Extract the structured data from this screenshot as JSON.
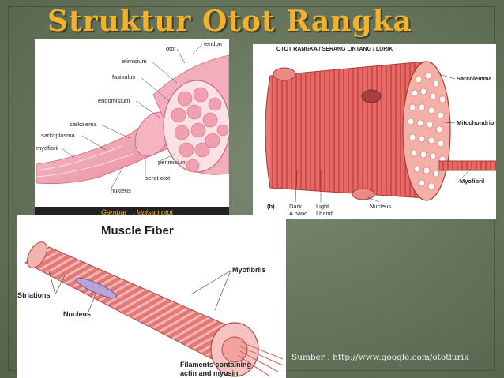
{
  "slide": {
    "title": "Struktur Otot Rangka",
    "source": "Sumber : http://www.google.com/ototlurik"
  },
  "figure1": {
    "labels": {
      "tendon": "tendon",
      "otot": "otot",
      "epimisium": "efimisium",
      "fasikulus": "fasikulus",
      "endomisium": "endomisium",
      "sarkolema": "sarkolema",
      "sarkoplasma": "sarkoplasma",
      "myofibril": "myofibril",
      "perimisium": "perimisium",
      "serat_otot": "serat otot",
      "nukleus": "nukleus"
    },
    "caption_prefix": "Gambar",
    "caption_text": ": lapisan otot"
  },
  "figure2": {
    "header": "OTOT RANGKA / SERANG LINTANG / LURIK",
    "panel_letter": "(b)",
    "labels": {
      "sarcolemma": "Sarcolemma",
      "mitochondrion": "Mitochondrion",
      "myofibril": "Myofibril",
      "dark_line1": "Dark",
      "dark_line2": "A band",
      "light_line1": "Light",
      "light_line2": "I band",
      "nucleus": "Nucleus"
    }
  },
  "figure3": {
    "title": "Muscle Fiber",
    "labels": {
      "myofibrils": "Myofibrils",
      "striations": "Striations",
      "nucleus": "Nucleus",
      "filaments_line1": "Filaments containing",
      "filaments_line2": "actin and myosin"
    }
  },
  "colors": {
    "title": "#f3b227",
    "muscle_red": "#e0595a",
    "muscle_pink": "#f1a7a7",
    "background": "#6b7963"
  }
}
